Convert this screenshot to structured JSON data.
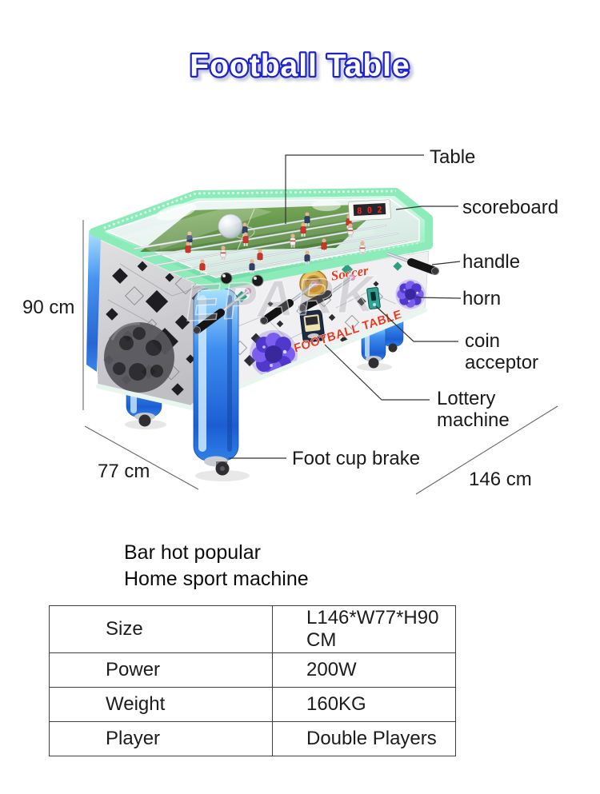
{
  "title": "Football Table",
  "product_illustration": {
    "watermark": "EPARK",
    "panel_script_text": "Soccer",
    "panel_title_text": "FOOTBALL TABLE",
    "scoreboard_digits": "8 0 2"
  },
  "callouts": {
    "table": "Table",
    "scoreboard": "scoreboard",
    "handle": "handle",
    "horn": "horn",
    "coin_acceptor": "coin acceptor",
    "lottery_machine": "Lottery machine",
    "foot_cup_brake": "Foot cup brake"
  },
  "dimensions": {
    "height": "90 cm",
    "width": "77 cm",
    "length": "146 cm"
  },
  "tagline": {
    "line1": "Bar hot popular",
    "line2": "Home sport machine"
  },
  "spec_table": {
    "rows": [
      {
        "label": "Size",
        "value": "L146*W77*H90 CM"
      },
      {
        "label": "Power",
        "value": "200W"
      },
      {
        "label": "Weight",
        "value": "160KG"
      },
      {
        "label": "Player",
        "value": "Double Players"
      }
    ]
  },
  "colors": {
    "title_outline": "#1d23c8",
    "led_rim_green": "#8becba",
    "cabinet_blue": "#2f7fe8",
    "horn_purple": "#6b4bd8",
    "panel_text_red": "#e8391f",
    "scoreboard_red": "#ff2412"
  }
}
